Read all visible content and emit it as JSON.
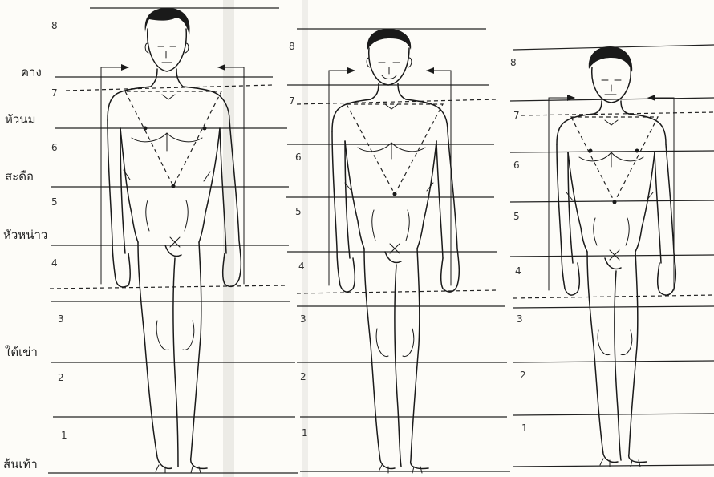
{
  "figures": [
    {
      "units": [
        "8",
        "7",
        "6",
        "5",
        "4",
        "3",
        "2",
        "1"
      ],
      "landmarks": [
        "คาง",
        "หัวนม",
        "สะดือ",
        "หัวหน่าว",
        "ใต้เข่า",
        "ส้นเท้า"
      ]
    },
    {
      "units": [
        "8",
        "7",
        "6",
        "5",
        "4",
        "3",
        "2",
        "1"
      ]
    },
    {
      "units": [
        "8",
        "7",
        "6",
        "5",
        "4",
        "3",
        "2",
        "1"
      ]
    }
  ]
}
